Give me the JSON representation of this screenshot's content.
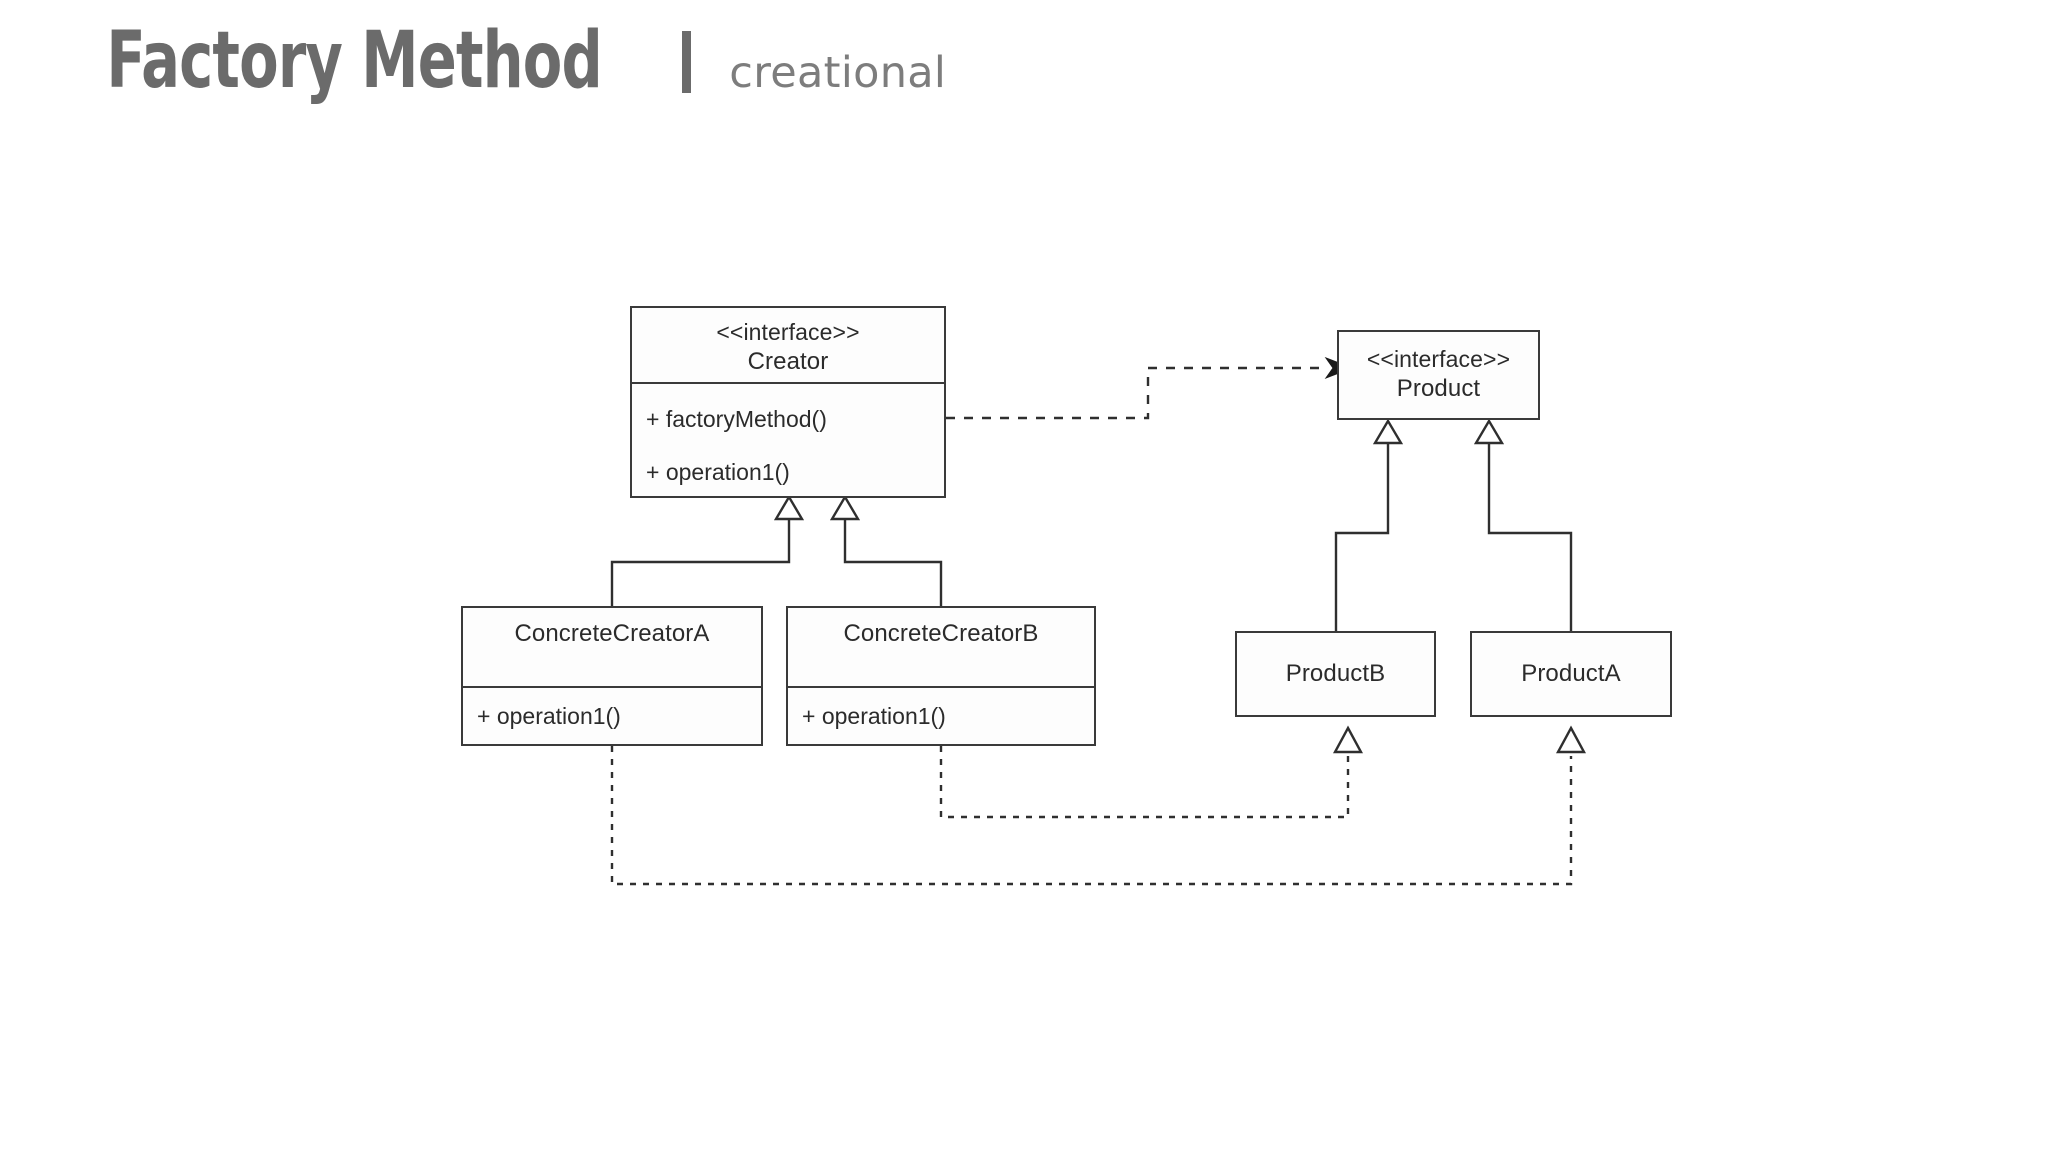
{
  "header": {
    "title": "Factory Method",
    "separator": "|",
    "category": "creational"
  },
  "diagram": {
    "type": "uml-class-diagram",
    "pattern": "Factory Method",
    "classes": [
      {
        "id": "creator",
        "stereotype": "<<interface>>",
        "name": "Creator",
        "members": [
          "+ factoryMethod()",
          "+ operation1()"
        ]
      },
      {
        "id": "product",
        "stereotype": "<<interface>>",
        "name": "Product",
        "members": []
      },
      {
        "id": "concrete-creator-a",
        "stereotype": "",
        "name": "ConcreteCreatorA",
        "members": [
          "+ operation1()"
        ]
      },
      {
        "id": "concrete-creator-b",
        "stereotype": "",
        "name": "ConcreteCreatorB",
        "members": [
          "+ operation1()"
        ]
      },
      {
        "id": "product-b",
        "stereotype": "",
        "name": "ProductB",
        "members": []
      },
      {
        "id": "product-a",
        "stereotype": "",
        "name": "ProductA",
        "members": []
      }
    ],
    "relationships": [
      {
        "from": "creator",
        "to": "product",
        "kind": "dependency",
        "style": "dashed",
        "arrowhead": "open-filled"
      },
      {
        "from": "concrete-creator-a",
        "to": "creator",
        "kind": "inheritance",
        "style": "solid",
        "arrowhead": "hollow-triangle"
      },
      {
        "from": "concrete-creator-b",
        "to": "creator",
        "kind": "inheritance",
        "style": "solid",
        "arrowhead": "hollow-triangle"
      },
      {
        "from": "product-b",
        "to": "product",
        "kind": "inheritance",
        "style": "solid",
        "arrowhead": "hollow-triangle"
      },
      {
        "from": "product-a",
        "to": "product",
        "kind": "inheritance",
        "style": "solid",
        "arrowhead": "hollow-triangle"
      },
      {
        "from": "concrete-creator-b",
        "to": "product-b",
        "kind": "realization",
        "style": "dashed",
        "arrowhead": "hollow-triangle"
      },
      {
        "from": "concrete-creator-a",
        "to": "product-a",
        "kind": "realization",
        "style": "dashed",
        "arrowhead": "hollow-triangle"
      }
    ]
  },
  "colors": {
    "background": "#ffffff",
    "title_text": "#6b6b6b",
    "subtitle_text": "#7d7d7d",
    "box_border": "#3a3a3a",
    "box_fill": "#fdfdfd",
    "line": "#2f2f2f",
    "text": "#2b2b2b"
  }
}
